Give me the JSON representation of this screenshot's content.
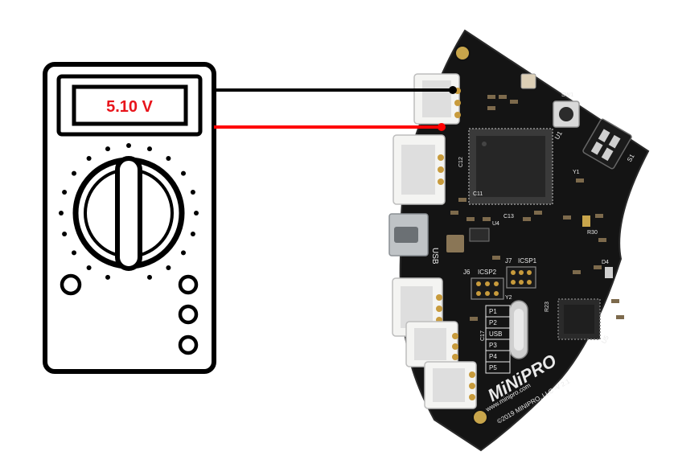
{
  "multimeter": {
    "reading": "5.10 V",
    "reading_color": "#e8141b"
  },
  "wires": {
    "ground_color": "#000000",
    "positive_color": "#ff0000"
  },
  "board": {
    "pcb_color": "#141414",
    "silkscreen_color": "#e9e9e9",
    "brand": "MiNiPRO",
    "website": "www.minipro.com",
    "copyright": "©2019 MINIPRO, LLC -V 2.1",
    "port_labels": [
      "P1",
      "P2",
      "USB",
      "P3",
      "P4",
      "P5"
    ],
    "usb_label": "USB",
    "silk": {
      "icsp1": "ICSP1",
      "icsp2": "ICSP2",
      "j7": "J7",
      "j6": "J6",
      "u1": "U1",
      "u4": "U4",
      "u5": "U5",
      "y1": "Y1",
      "y2": "Y2",
      "c11": "C11",
      "c12": "C12",
      "c13": "C13",
      "c17": "C17",
      "r30": "R30",
      "r23": "R23",
      "d4": "D4",
      "sw1": "SW1",
      "s1": "S1"
    }
  }
}
